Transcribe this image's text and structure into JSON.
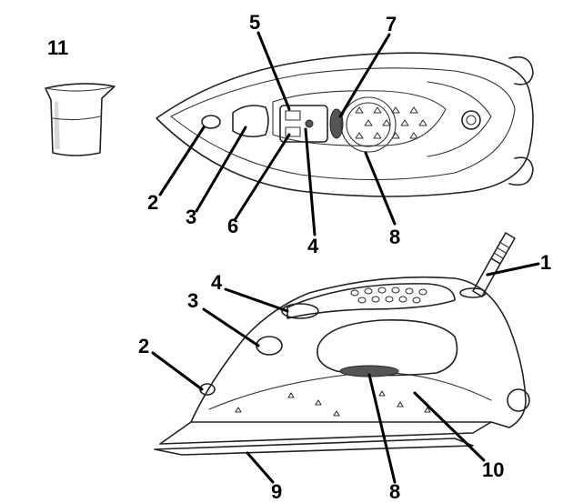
{
  "callouts": {
    "c1": "1",
    "c2_top": "2",
    "c3_top": "3",
    "c4_top": "4",
    "c5": "5",
    "c6": "6",
    "c7": "7",
    "c8_top": "8",
    "c11": "11",
    "c2_side": "2",
    "c3_side": "3",
    "c4_side": "4",
    "c8_side": "8",
    "c9": "9",
    "c10": "10"
  },
  "colors": {
    "ink": "#222222",
    "paper": "#ffffff",
    "shade": "#d8d8d8"
  }
}
